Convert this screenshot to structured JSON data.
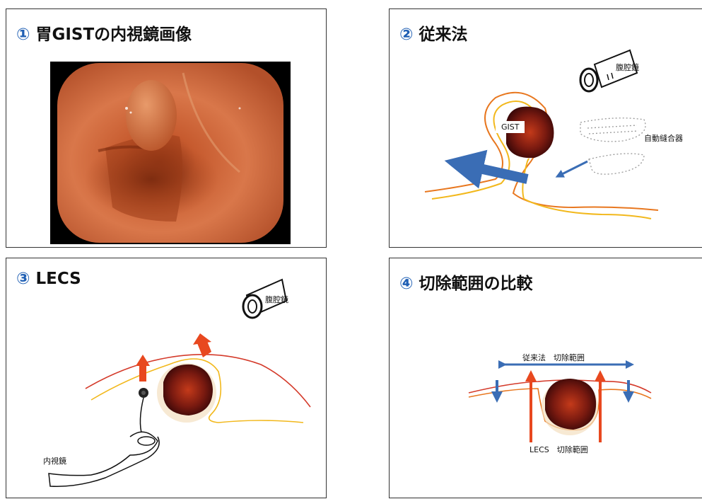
{
  "panels": [
    {
      "num": "①",
      "title": "胃GISTの内視鏡画像"
    },
    {
      "num": "②",
      "title": "従来法",
      "labels": {
        "scope": "腹腔鏡",
        "stapler": "自動縫合器",
        "tumor": "GIST"
      }
    },
    {
      "num": "③",
      "title": "LECS",
      "labels": {
        "scope": "腹腔鏡",
        "endoscope": "内視鏡"
      }
    },
    {
      "num": "④",
      "title": "切除範囲の比較",
      "labels": {
        "conventional": "従来法　切除範囲",
        "lecs": "LECS　切除範囲"
      }
    }
  ],
  "colors": {
    "accent": "#1f5fb4",
    "arrow_blue": "#3a6db5",
    "arrow_red": "#e8481f",
    "tissue_orange": "#e8771f",
    "tissue_yellow": "#f2b81c",
    "tissue_red": "#d43a2a"
  }
}
